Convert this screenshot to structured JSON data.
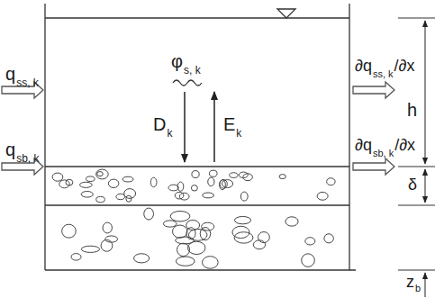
{
  "diagram": {
    "labels": [
      "q",
      "ss, k",
      "q",
      "sb, k",
      "∂q",
      "ss, k",
      "/∂x",
      "∂q",
      "sb, k",
      "/∂x",
      "φ",
      "s, k",
      "D",
      "k",
      "E",
      "k",
      "h",
      "δ",
      "z",
      "b"
    ]
  }
}
